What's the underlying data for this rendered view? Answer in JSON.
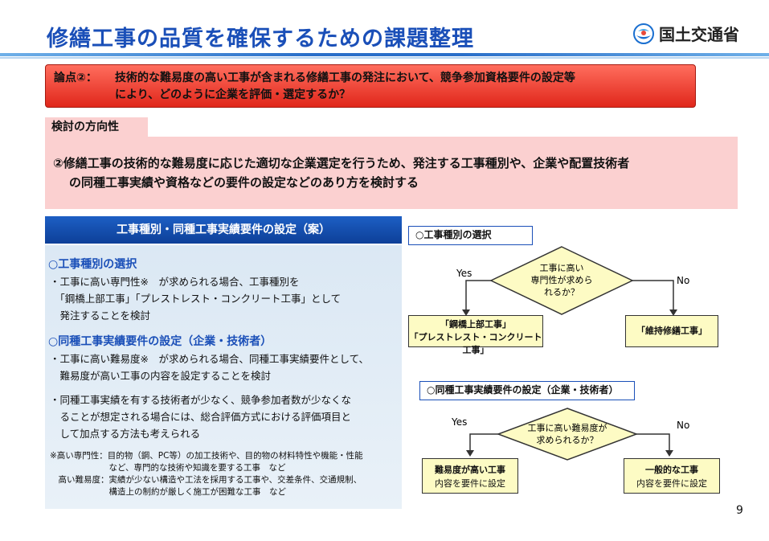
{
  "header": {
    "title": "修繕工事の品質を確保するための課題整理",
    "ministry": "国土交通省"
  },
  "issue": {
    "lead": "論点②：",
    "line1": "技術的な難易度の高い工事が含まれる修繕工事の発注において、競争参加資格要件の設定等",
    "line2": "により、どのように企業を評価・選定するか？"
  },
  "direction": {
    "label": "検討の方向性",
    "line1": "②修繕工事の技術的な難易度に応じた適切な企業選定を行うため、発注する工事種別や、企業や配置技術者",
    "line2": "の同種工事実績や資格などの要件の設定などのあり方を検討する"
  },
  "left": {
    "header": "工事種別・同種工事実績要件の設定（案）",
    "sec1_title": "○工事種別の選択",
    "sec1_lines": [
      "・工事に高い専門性※　が求められる場合、工事種別を",
      "　「鋼橋上部工事」「プレストレスト・コンクリート工事」として",
      "　発注することを検討"
    ],
    "sec2_title": "○同種工事実績要件の設定（企業・技術者）",
    "sec2_lines": [
      "・工事に高い難易度※　が求められる場合、同種工事実績要件として、",
      "　難易度が高い工事の内容を設定することを検討"
    ],
    "sec3_lines": [
      "・同種工事実績を有する技術者が少なく、競争参加者数が少なくな",
      "　ることが想定される場合には、総合評価方式における評価項目と",
      "　して加点する方法も考えられる"
    ],
    "notes": [
      "※高い専門性：目的物（鋼、PC等）の加工技術や、目的物の材料特性や機能・性能",
      "　　　　　　　など、専門的な技術や知識を要する工事　など",
      "　高い難易度：実績が少ない構造や工法を採用する工事や、交差条件、交通規制、",
      "　　　　　　　構造上の制約が厳しく施工が困難な工事　など"
    ]
  },
  "flow1": {
    "label": "○工事種別の選択",
    "question_lines": [
      "工事に高い",
      "専門性が求めら",
      "れるか？"
    ],
    "yes": "Yes",
    "no": "No",
    "yes_result_lines": [
      "「鋼橋上部工事」",
      "「プレストレスト・コンクリート工事」"
    ],
    "no_result": "「維持修繕工事」"
  },
  "flow2": {
    "label": "○同種工事実績要件の設定（企業・技術者）",
    "question_lines": [
      "工事に高い難易度が",
      "求められるか？"
    ],
    "yes": "Yes",
    "no": "No",
    "yes_result_lines": [
      "難易度が高い工事",
      "内容を要件に設定"
    ],
    "no_result_lines": [
      "一般的な工事",
      "内容を要件に設定"
    ]
  },
  "page_number": "9"
}
